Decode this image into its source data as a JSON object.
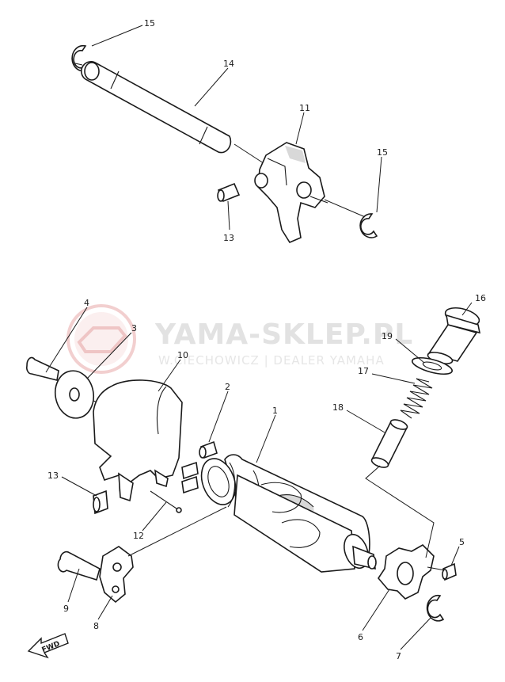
{
  "watermark": {
    "brand": "YAMA-SKLEP.PL",
    "dealer": "W.CIECHOWICZ | DEALER YAMAHA",
    "logo_color": "#e8a8a8",
    "text_color": "#e2e2e2"
  },
  "fwd_label": "FWD",
  "callouts": [
    {
      "id": "c15a",
      "label": "15"
    },
    {
      "id": "c14",
      "label": "14"
    },
    {
      "id": "c11",
      "label": "11"
    },
    {
      "id": "c15b",
      "label": "15"
    },
    {
      "id": "c13a",
      "label": "13"
    },
    {
      "id": "c16",
      "label": "16"
    },
    {
      "id": "c4",
      "label": "4"
    },
    {
      "id": "c3",
      "label": "3"
    },
    {
      "id": "c19",
      "label": "19"
    },
    {
      "id": "c10",
      "label": "10"
    },
    {
      "id": "c17",
      "label": "17"
    },
    {
      "id": "c2",
      "label": "2"
    },
    {
      "id": "c1",
      "label": "1"
    },
    {
      "id": "c18",
      "label": "18"
    },
    {
      "id": "c13b",
      "label": "13"
    },
    {
      "id": "c12",
      "label": "12"
    },
    {
      "id": "c5",
      "label": "5"
    },
    {
      "id": "c9",
      "label": "9"
    },
    {
      "id": "c8",
      "label": "8"
    },
    {
      "id": "c6",
      "label": "6"
    },
    {
      "id": "c7",
      "label": "7"
    }
  ]
}
